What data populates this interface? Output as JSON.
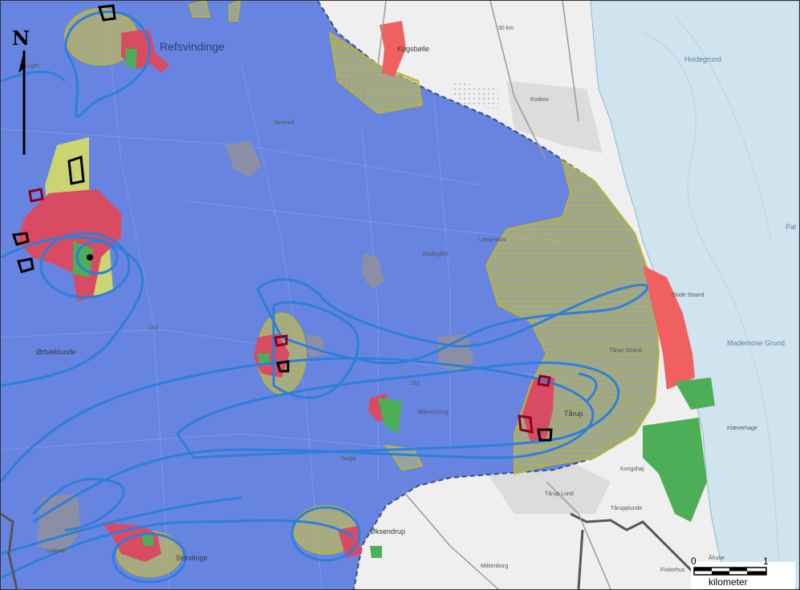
{
  "map": {
    "north_label": "N",
    "scale": {
      "start": "0",
      "end": "1",
      "unit": "kilometer"
    },
    "labels": {
      "refsvindinge": "Refsvindinge",
      "kogsbolle": "Kogsbølle",
      "koskov": "Koskov",
      "hvidegrund": "Hvidegrund",
      "sentved": "Sentved",
      "sludegard": "Sludegård",
      "langeskov": "Langeskov",
      "slude_strand": "Slude Strand",
      "tarup_strand": "Tårup Strand",
      "tarup": "Tårup",
      "mademose_grund": "Mademose Grund",
      "orbaeklunde": "Ørbæklunde",
      "blaesenborg": "Blæsenborg",
      "tanga": "Tangå",
      "oksendrup": "Øksendrup",
      "svindinge": "Svindinge",
      "tarup_lund": "Tårup Lund",
      "tarupplunde": "Tårupplunde",
      "miklenborg": "Miklenborg",
      "fiskerhus": "Fiskerhus",
      "ahuse": "Åhuse",
      "kongshoj": "Kongshøj",
      "klaeverhage": "Klæverhage",
      "lugget": "Luget",
      "lappup": "Lappup",
      "road_30km": "30 km",
      "road_153": "153",
      "road_133": "133",
      "palme": "Pal"
    },
    "colors": {
      "blue_zone": "#5b7be0",
      "blue_outline": "#2d7fd8",
      "yellow_hatch": "#c9c25a",
      "town_red": "#d94b63",
      "green_area": "#4caf58",
      "sea": "#cfe4ee",
      "land": "#f0f0f0",
      "coast_red": "#f06060"
    }
  }
}
